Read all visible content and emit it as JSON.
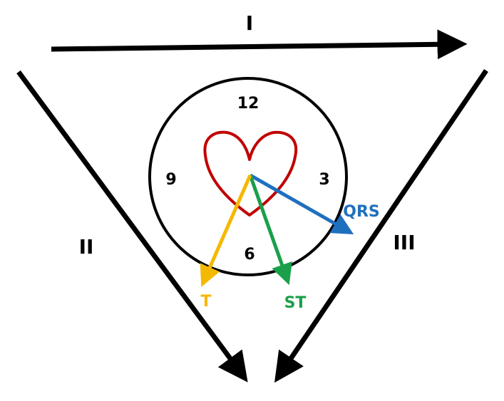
{
  "leads": {
    "lead_1": "I",
    "lead_2": "II",
    "lead_3": "III"
  },
  "clock": {
    "n12": "12",
    "n3": "3",
    "n6": "6",
    "n9": "9"
  },
  "vectors": {
    "qrs": {
      "label": "QRS",
      "color": "#1f6fbf"
    },
    "st": {
      "label": "ST",
      "color": "#1aa04a"
    },
    "t": {
      "label": "T",
      "color": "#f5b800"
    }
  },
  "colors": {
    "heart": "#c00000",
    "lines": "#000000"
  }
}
